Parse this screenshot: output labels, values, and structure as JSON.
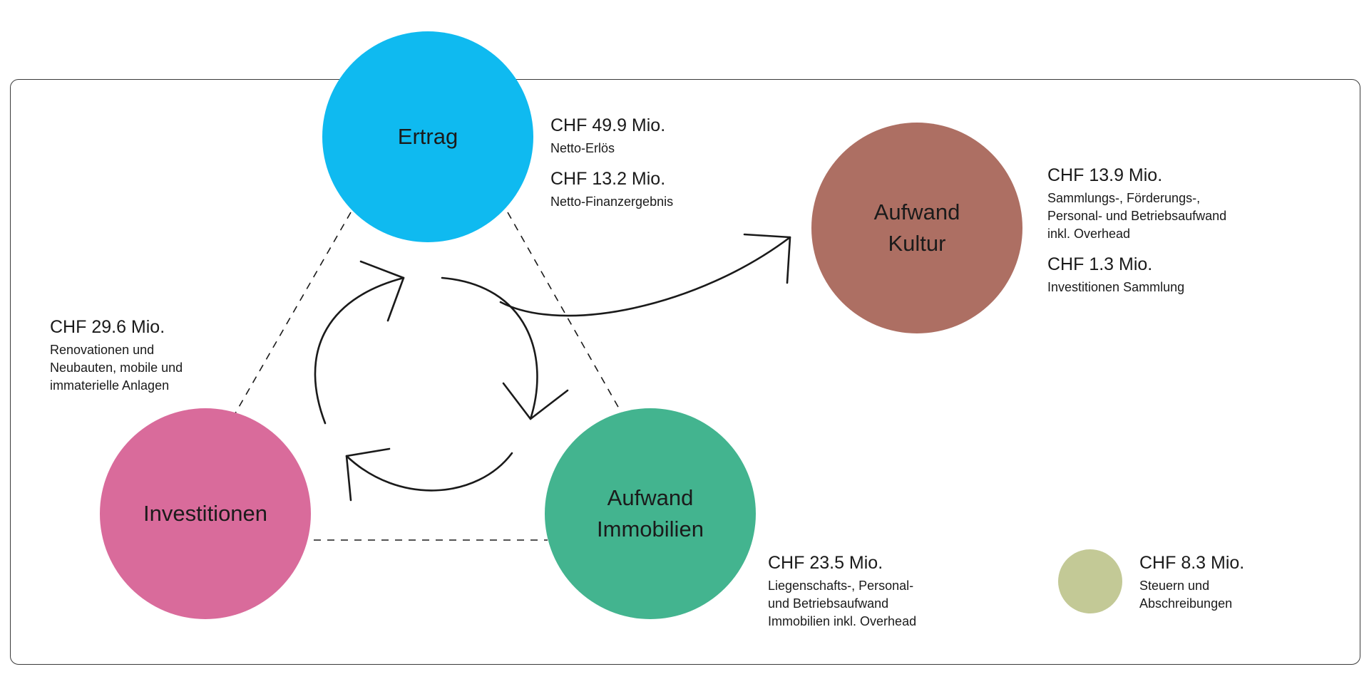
{
  "nodes": {
    "ertrag": {
      "label": "Ertrag",
      "color": "#0fbaf0"
    },
    "kultur": {
      "label": "Aufwand\nKultur",
      "color": "#ad6f63"
    },
    "investitionen": {
      "label": "Investitionen",
      "color": "#d96b9b"
    },
    "immobilien": {
      "label": "Aufwand\nImmobilien",
      "color": "#43b48f"
    },
    "steuern": {
      "label": "",
      "color": "#c3c996"
    }
  },
  "annotations": {
    "ertrag": [
      {
        "amount": "CHF 49.9 Mio.",
        "desc": "Netto-Erlös"
      },
      {
        "amount": "CHF 13.2 Mio.",
        "desc": "Netto-Finanzergebnis"
      }
    ],
    "kultur": [
      {
        "amount": "CHF 13.9 Mio.",
        "desc": "Sammlungs-, Förderungs-,\nPersonal- und Betriebsaufwand\ninkl. Overhead"
      },
      {
        "amount": "CHF 1.3 Mio.",
        "desc": "Investitionen Sammlung"
      }
    ],
    "investitionen": [
      {
        "amount": "CHF 29.6 Mio.",
        "desc": "Renovationen und\nNeubauten, mobile und\nimmaterielle Anlagen"
      }
    ],
    "immobilien": [
      {
        "amount": "CHF 23.5 Mio.",
        "desc": "Liegenschafts-, Personal-\nund Betriebsaufwand\nImmobilien inkl. Overhead"
      }
    ],
    "steuern": [
      {
        "amount": "CHF 8.3 Mio.",
        "desc": "Steuern und\nAbschreibungen"
      }
    ]
  },
  "colors": {
    "line": "#1a1a1a",
    "frame": "#3a3a3a"
  }
}
